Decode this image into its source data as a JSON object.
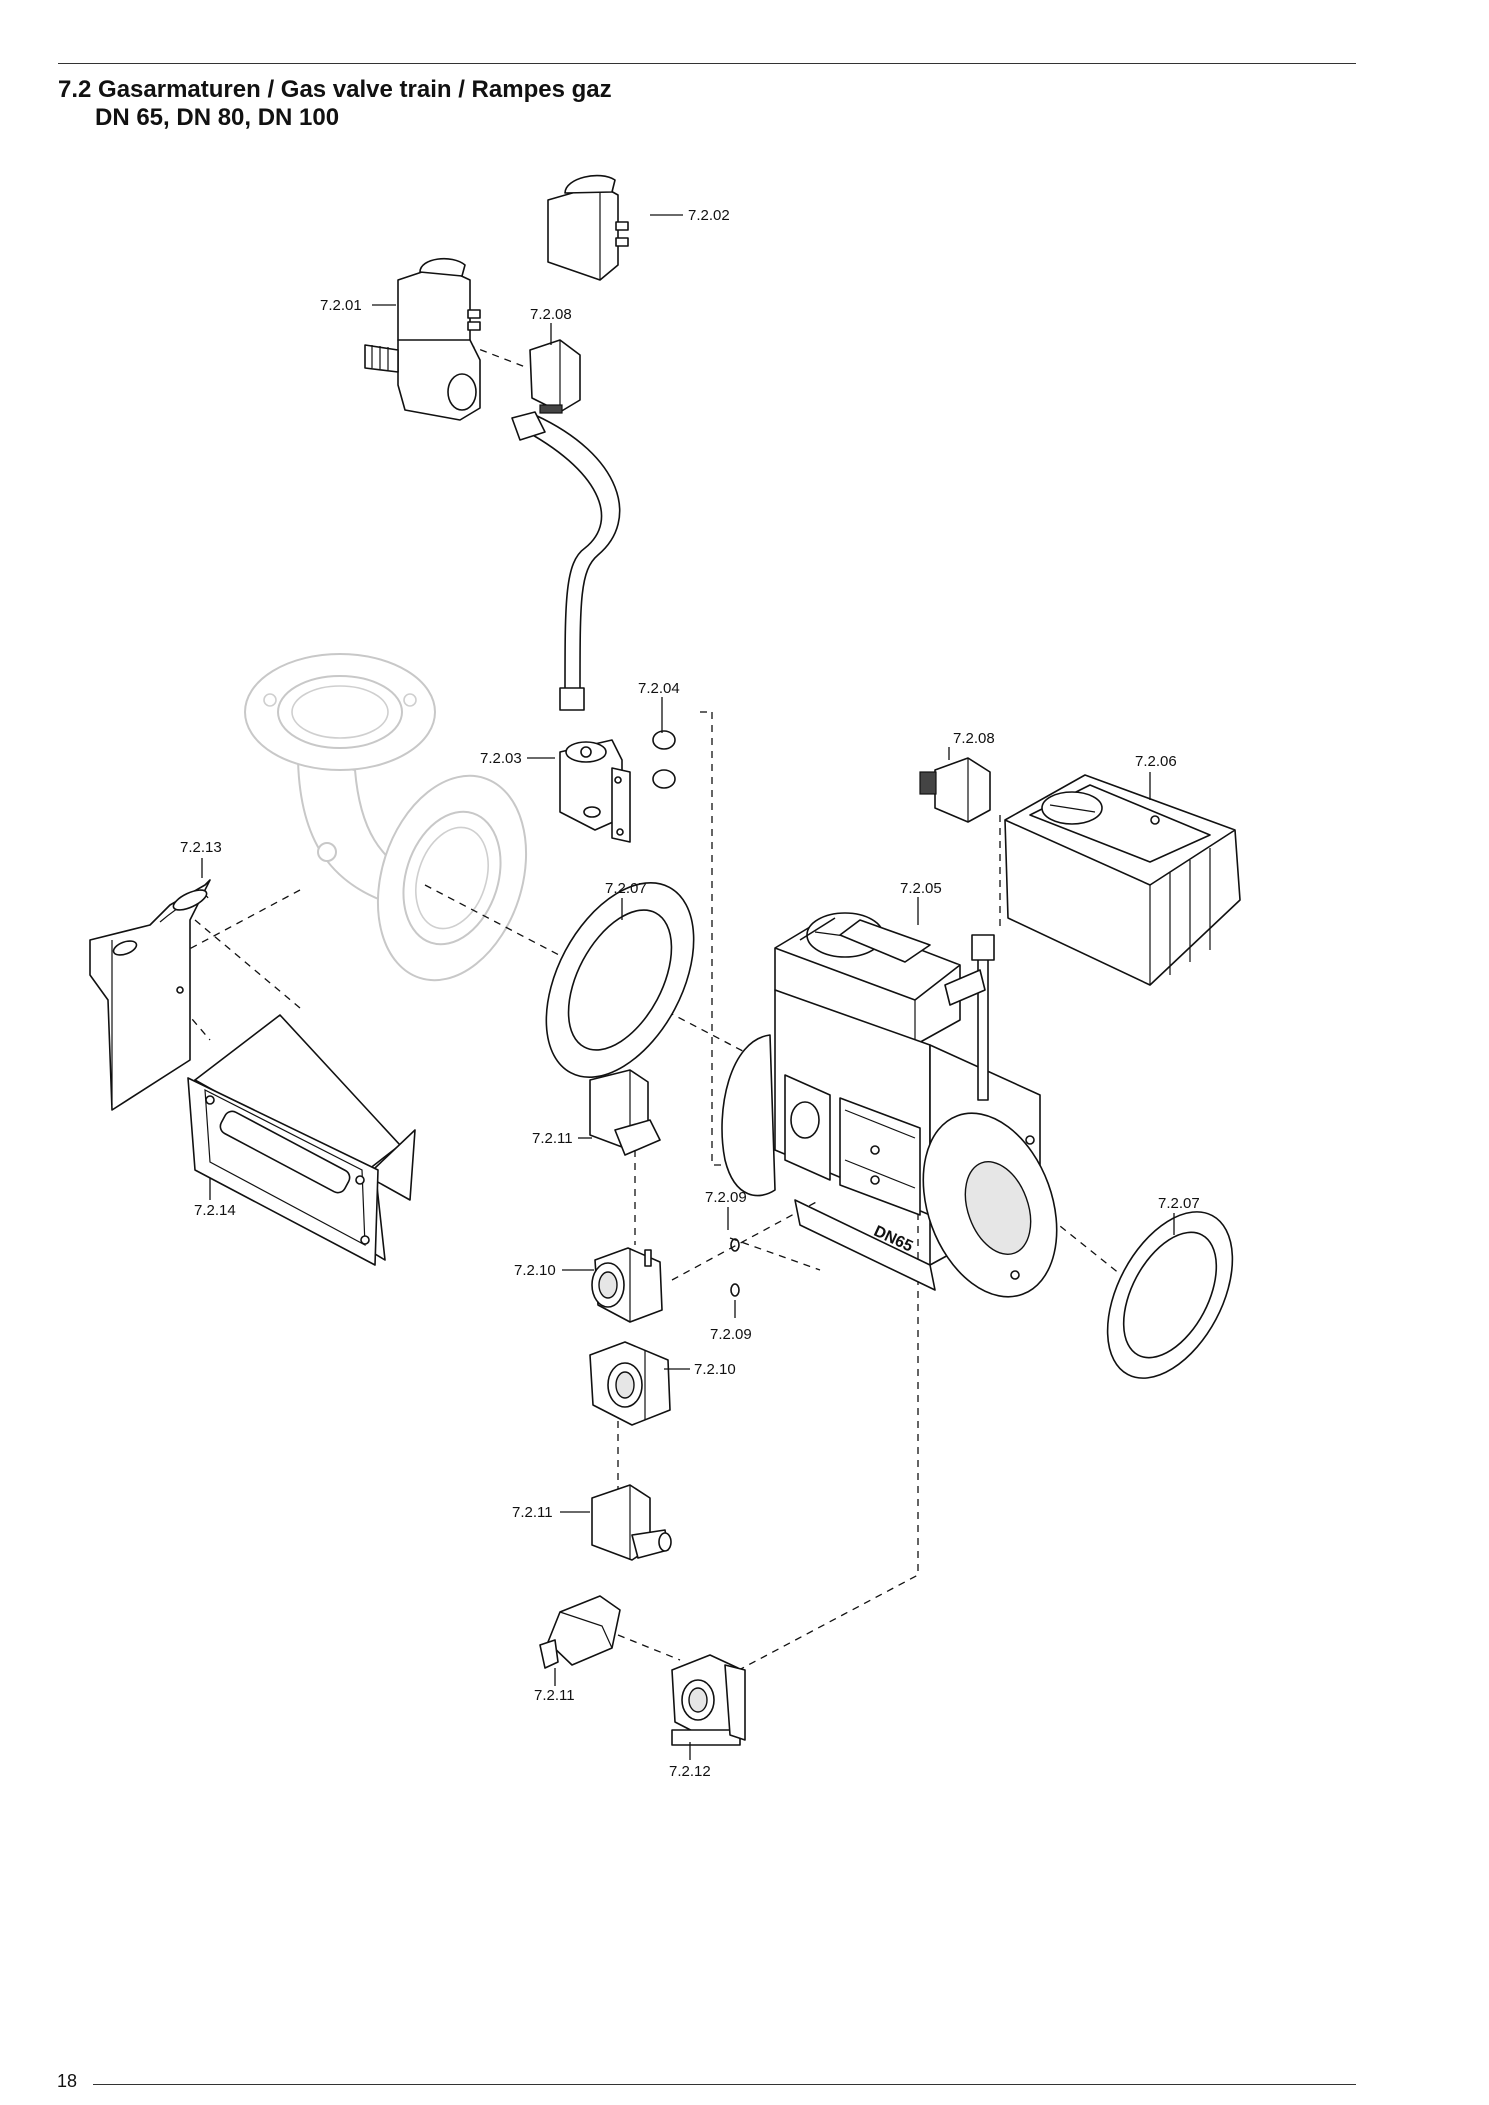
{
  "page": {
    "title_line1": "7.2 Gasarmaturen / Gas valve train / Rampes gaz",
    "title_line2": "DN 65, DN 80, DN 100",
    "page_number": "18"
  },
  "parts": {
    "p01": "7.2.01",
    "p02": "7.2.02",
    "p03": "7.2.03",
    "p04": "7.2.04",
    "p05": "7.2.05",
    "p06": "7.2.06",
    "p07a": "7.2.07",
    "p07b": "7.2.07",
    "p08a": "7.2.08",
    "p08b": "7.2.08",
    "p09a": "7.2.09",
    "p09b": "7.2.09",
    "p10a": "7.2.10",
    "p10b": "7.2.10",
    "p11a": "7.2.11",
    "p11b": "7.2.11",
    "p11c": "7.2.11",
    "p12": "7.2.12",
    "p13": "7.2.13",
    "p14": "7.2.14"
  },
  "valve_marking": "DN65"
}
